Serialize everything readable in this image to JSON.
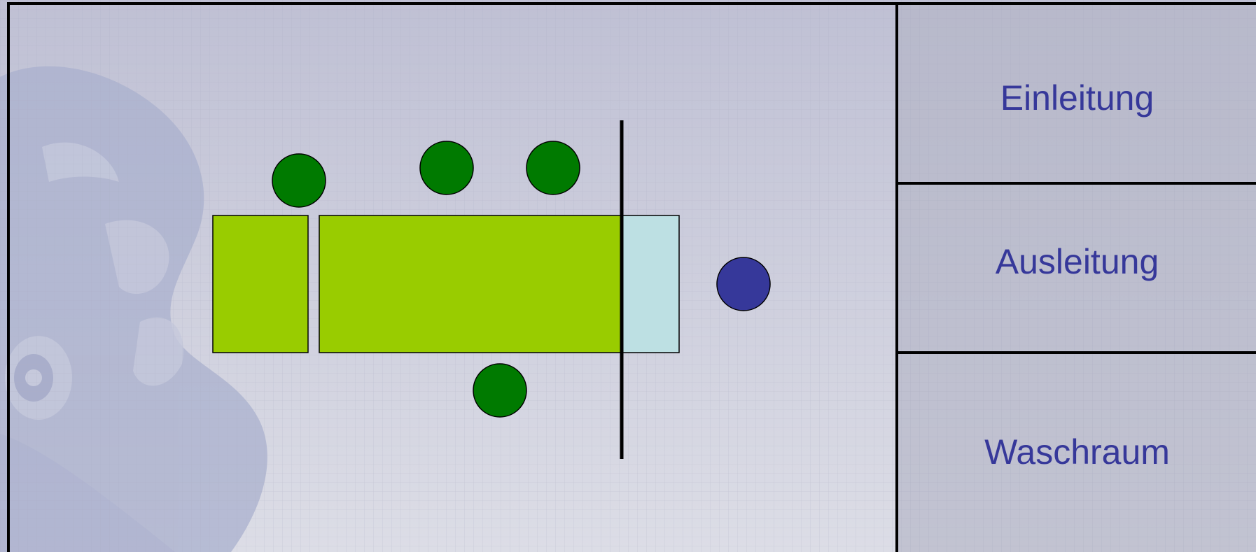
{
  "rooms": {
    "einleitung": "Einleitung",
    "ausleitung": "Ausleitung",
    "waschraum": "Waschraum"
  },
  "colors": {
    "background_top": "#bfc0d4",
    "background_bottom": "#dcdde6",
    "side_panel": "#b4b5c6",
    "table_green": "#99cc00",
    "side_table": "#bde0e3",
    "staff_green": "#007a00",
    "patient_blue": "#36389a",
    "label_text": "#36389a",
    "watermark": "#aab0cd"
  },
  "icons": {
    "staff": "staff-marker-icon",
    "patient": "patient-marker-icon"
  }
}
